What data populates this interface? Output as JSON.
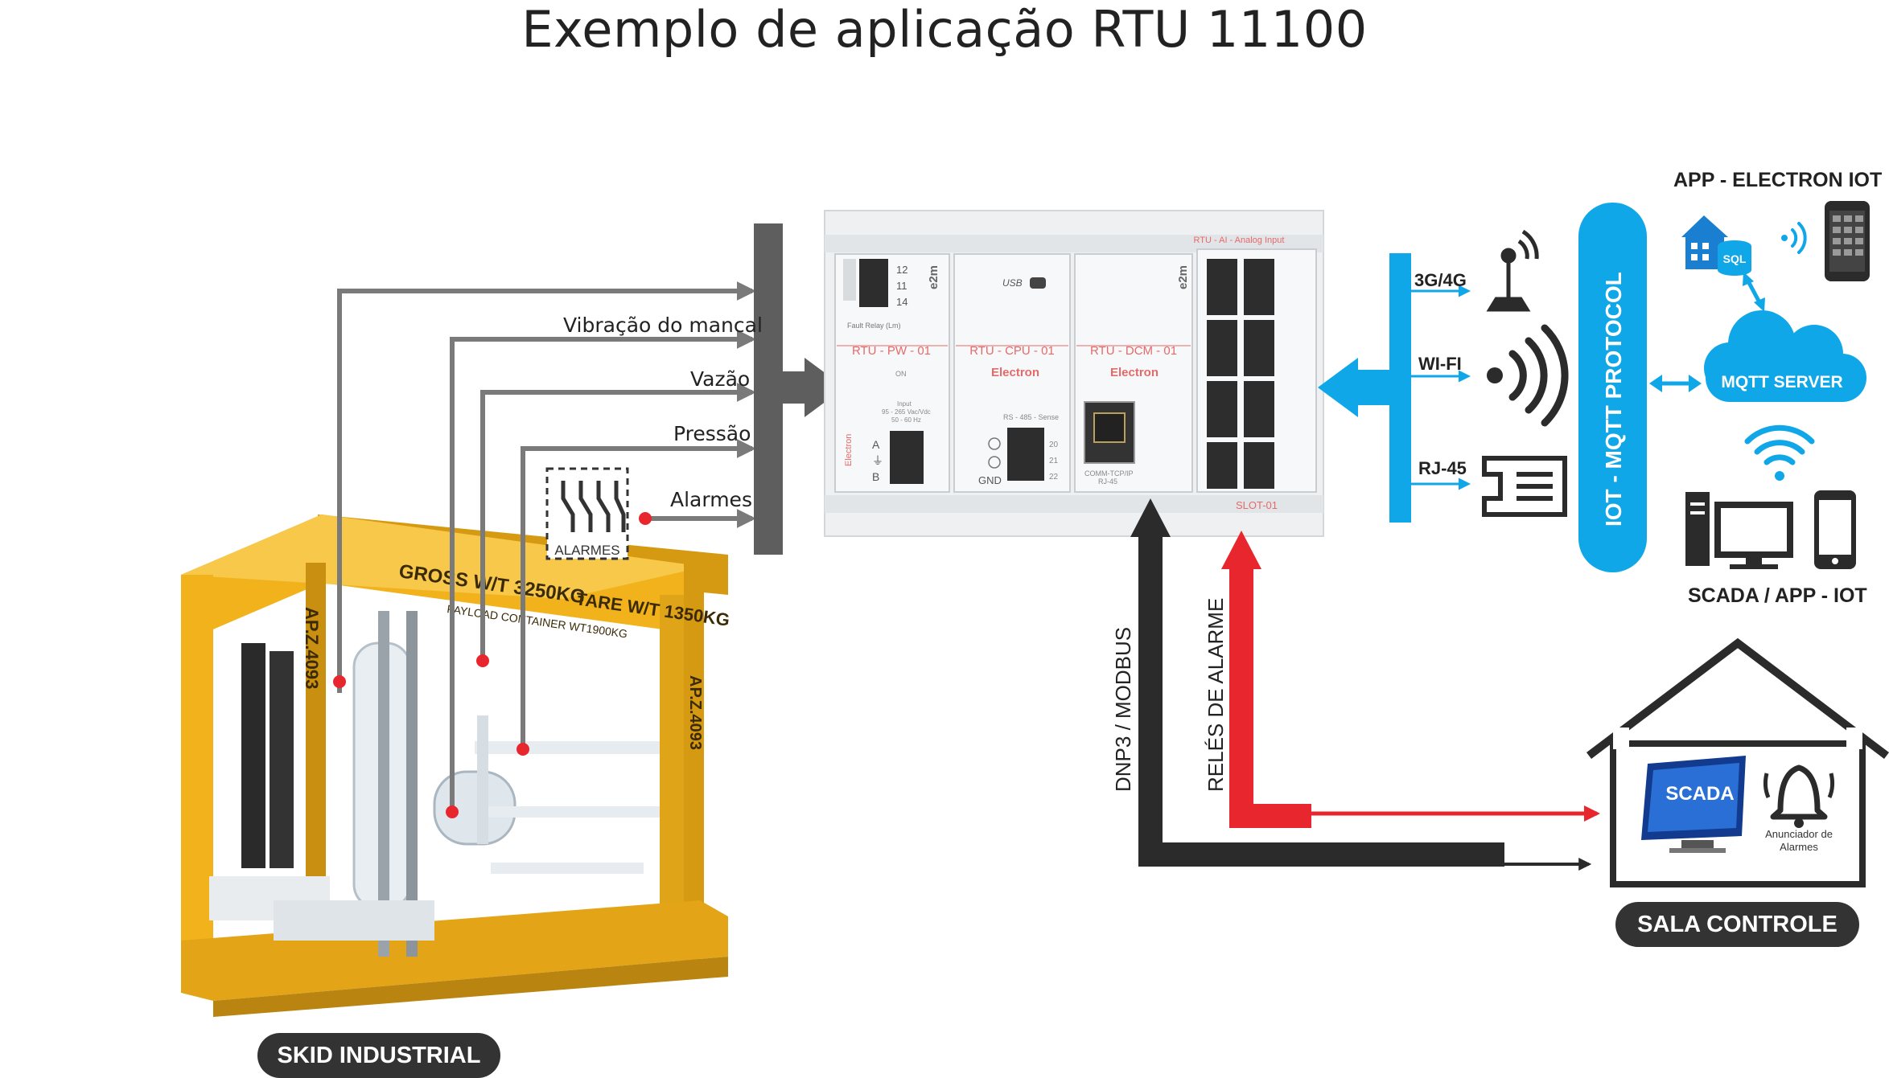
{
  "title": "Exemplo de aplicação RTU 11100",
  "inputs": {
    "vibracao": "Vibração do mancal",
    "vazao": "Vazão",
    "pressao": "Pressão",
    "alarmes": "Alarmes",
    "alarmes_box": "ALARMES"
  },
  "skid": {
    "label": "SKID INDUSTRIAL",
    "gross": "GROSS W/T 3250KG",
    "tare": "TARE W/T 1350KG",
    "payload": "PAYLOAD CONTAINER WT1900KG",
    "code": "AP.Z.4093"
  },
  "rtu": {
    "header": "RTU - AI - Analog Input",
    "brand": "Electron",
    "logo": "e2m",
    "modules": [
      {
        "name": "RTU - PW - 01"
      },
      {
        "name": "RTU - CPU - 01"
      },
      {
        "name": "RTU - DCM - 01"
      }
    ],
    "fault_relay": "Fault Relay (Lm)",
    "pw_terms": [
      "12",
      "11",
      "14"
    ],
    "pw_input": "Input",
    "pw_voltage": "95 - 265 Vac/Vdc",
    "pw_freq": "50 - 60 Hz",
    "pw_on": "ON",
    "pw_pins": [
      "A",
      "⏚",
      "B"
    ],
    "usb": "USB",
    "rs485": "RS - 485 - Sense",
    "gnd": "GND",
    "cpu_pins": [
      "20",
      "21",
      "22"
    ],
    "comm": "COMM-TCP/IP",
    "rj45_port": "RJ-45",
    "slot": "SLOT-01"
  },
  "links": {
    "dnp3": "DNP3 / MODBUS",
    "reles": "RELÉS DE ALARME",
    "g34": "3G/4G",
    "wifi": "WI-FI",
    "rj45": "RJ-45",
    "mqtt_bar": "IOT - MQTT PROTOCOL"
  },
  "cloud": {
    "app_title": "APP - ELECTRON IOT",
    "sql": "SQL",
    "mqtt_server": "MQTT SERVER",
    "scada_app": "SCADA / APP - IOT"
  },
  "control_room": {
    "scada": "SCADA",
    "annunciator": "Anunciador de",
    "annunciator2": "Alarmes",
    "label": "SALA CONTROLE"
  },
  "colors": {
    "gray_line": "#7a7a7a",
    "dark_bar": "#5e5e5e",
    "black_arrow": "#2b2b2b",
    "red_arrow": "#e8262d",
    "blue": "#10a7e8",
    "yellow": "#f2b21c",
    "module_red": "#e46a6a"
  }
}
